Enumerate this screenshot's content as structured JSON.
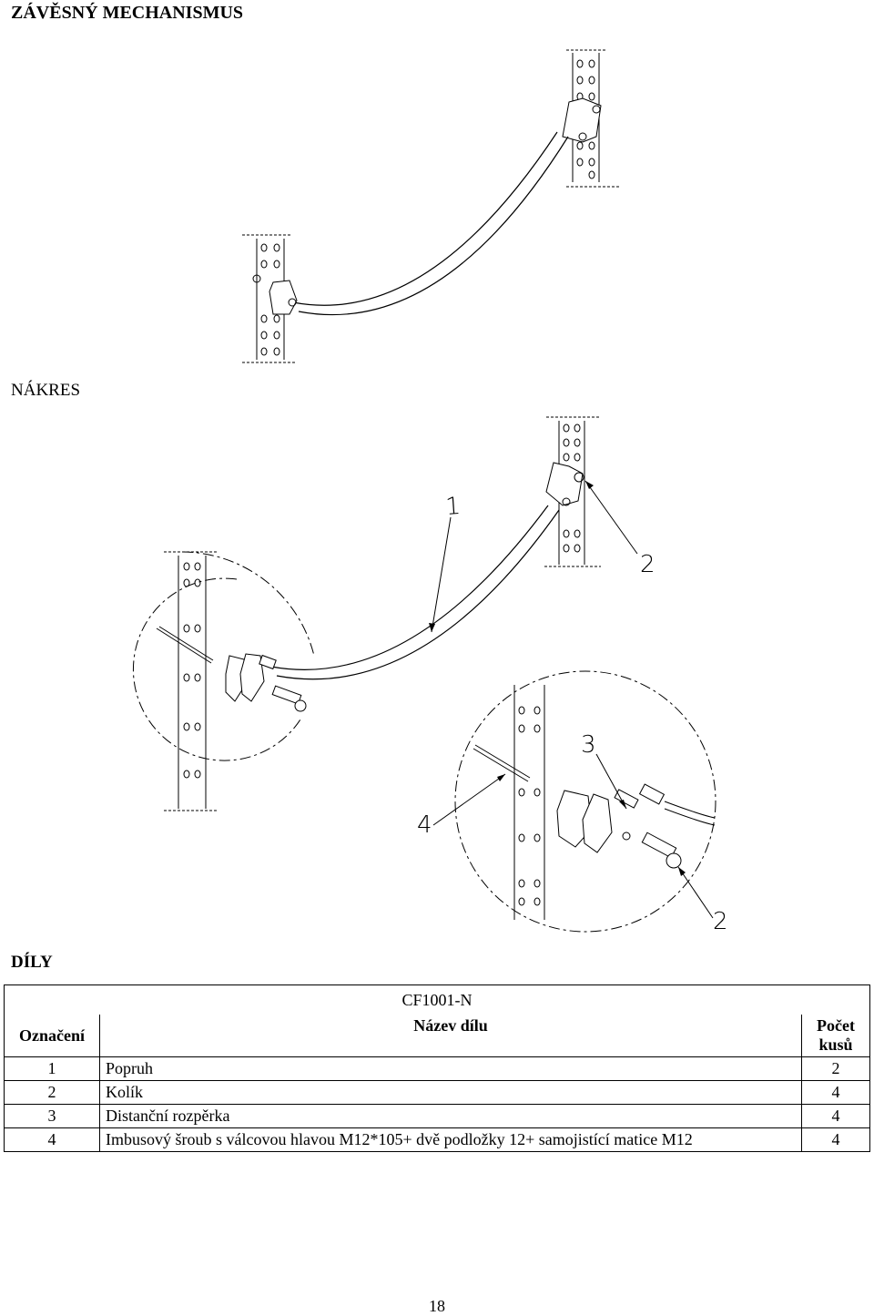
{
  "title": "ZÁVĚSNÝ MECHANISMUS",
  "section_drawing": "NÁKRES",
  "section_parts": "DÍLY",
  "drawing_callouts": [
    "1",
    "2",
    "2",
    "3",
    "4"
  ],
  "parts_table": {
    "model": "CF1001-N",
    "headers": {
      "mark": "Označení",
      "name": "Název dílu",
      "qty": "Počet kusů"
    },
    "rows": [
      {
        "mark": "1",
        "name": "Popruh",
        "qty": "2"
      },
      {
        "mark": "2",
        "name": "Kolík",
        "qty": "4"
      },
      {
        "mark": "3",
        "name": "Distanční rozpěrka",
        "qty": "4"
      },
      {
        "mark": "4",
        "name": "Imbusový šroub s válcovou hlavou M12*105+ dvě podložky 12+ samojistící matice M12",
        "qty": "4"
      }
    ]
  },
  "page_number": "18"
}
